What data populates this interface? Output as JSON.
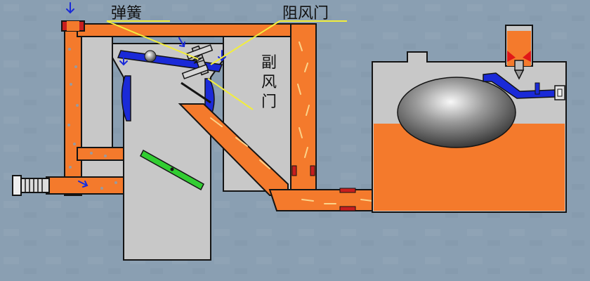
{
  "labels": {
    "spring": "弹簧",
    "choke_valve": "阻风门",
    "aux_valve_line1": "副",
    "aux_valve_line2": "风",
    "aux_valve_line3": "门"
  },
  "colors": {
    "background": "#8a9fb2",
    "body_gray": "#c8c8c8",
    "fuel_orange": "#f47a2c",
    "outline": "#141414",
    "accent_blue": "#1a2ad8",
    "throttle_green": "#32cd32",
    "leader_yellow": "#f2ee3c",
    "seal_red": "#c81e1e",
    "float_gray": "#9a9a9a"
  },
  "icons": [
    "down-arrow-icon",
    "spring-icon",
    "float-ball-icon",
    "needle-valve-icon",
    "adjust-screw-icon"
  ]
}
